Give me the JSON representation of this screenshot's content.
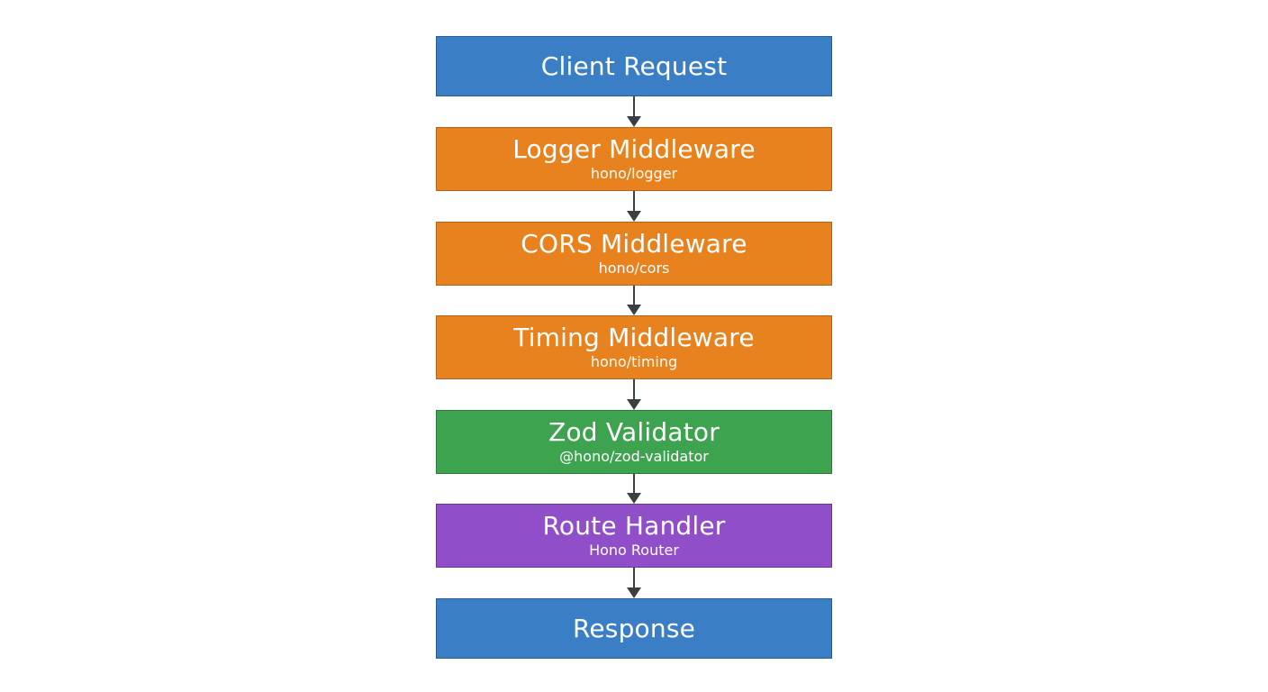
{
  "nodes": [
    {
      "title": "Client Request",
      "subtitle": "",
      "fill": "#3a7fc6",
      "border": "#2a5f96"
    },
    {
      "title": "Logger Middleware",
      "subtitle": "hono/logger",
      "fill": "#e8821e",
      "border": "#b5631a"
    },
    {
      "title": "CORS Middleware",
      "subtitle": "hono/cors",
      "fill": "#e8821e",
      "border": "#b5631a"
    },
    {
      "title": "Timing Middleware",
      "subtitle": "hono/timing",
      "fill": "#e8821e",
      "border": "#b5631a"
    },
    {
      "title": "Zod Validator",
      "subtitle": "@hono/zod-validator",
      "fill": "#3ea34f",
      "border": "#2c7a3a"
    },
    {
      "title": "Route Handler",
      "subtitle": "Hono Router",
      "fill": "#904ec8",
      "border": "#6a3696"
    },
    {
      "title": "Response",
      "subtitle": "",
      "fill": "#3a7fc6",
      "border": "#2a5f96"
    }
  ],
  "arrow_color": "#3a3f44"
}
